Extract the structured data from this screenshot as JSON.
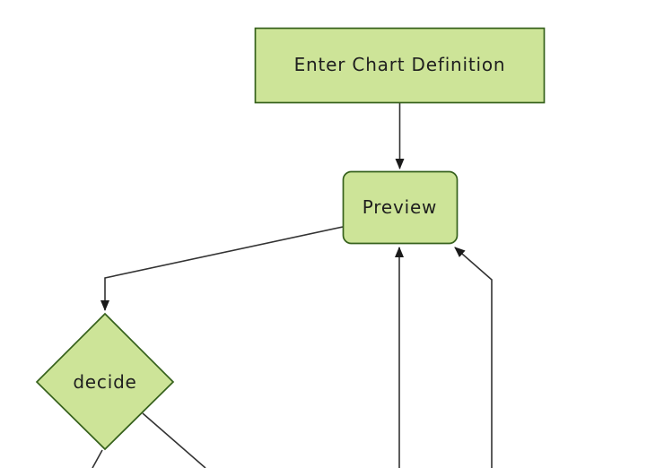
{
  "diagram": {
    "kind": "flowchart",
    "direction": "top-down",
    "background_color": "#ffffff",
    "colors": {
      "node_fill": "#cde498",
      "node_border": "#36611c",
      "edge_line": "#333333",
      "arrowhead": "#1a1a1a",
      "label_text": "#1f1f1f"
    },
    "nodes": [
      {
        "id": "enter-chart-definition",
        "shape": "rectangle",
        "label": "Enter Chart Definition"
      },
      {
        "id": "preview",
        "shape": "rounded-rectangle",
        "label": "Preview"
      },
      {
        "id": "decide",
        "shape": "diamond",
        "label": "decide"
      }
    ],
    "edges": [
      {
        "from": "enter-chart-definition",
        "to": "preview",
        "arrowhead": true
      },
      {
        "from": "preview",
        "to": "decide",
        "arrowhead": true
      },
      {
        "from": "offscreen-bottom",
        "to": "preview",
        "arrowhead": true
      },
      {
        "from": "offscreen-bottom-right",
        "to": "preview",
        "arrowhead": true
      },
      {
        "from": "decide",
        "to": "offscreen-bottom-left",
        "arrowhead": false
      },
      {
        "from": "decide",
        "to": "offscreen-bottom-right",
        "arrowhead": false
      }
    ]
  }
}
